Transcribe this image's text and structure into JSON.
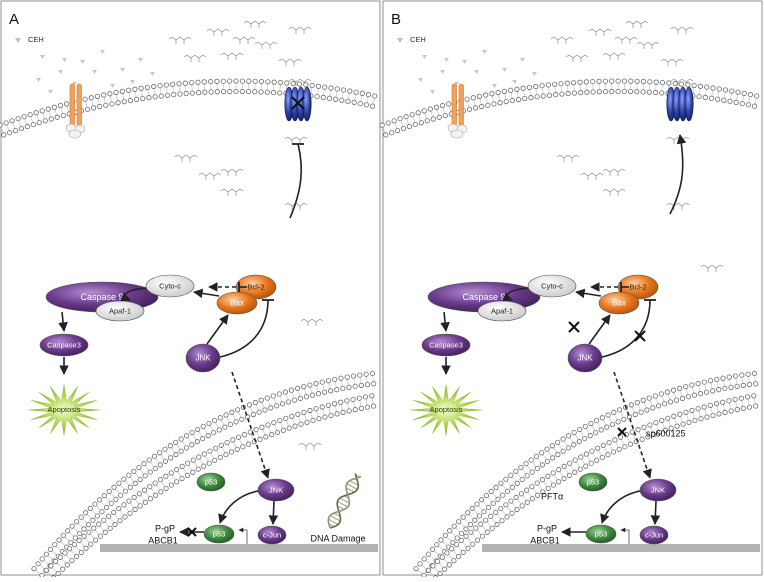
{
  "panels": [
    {
      "id": "A",
      "letter": "A",
      "legend_label": "CEH",
      "caspase9": "Caspase 9",
      "apaf1": "Apaf-1",
      "caspase3": "Caspase3",
      "apoptosis": "Apoptosis",
      "cytoc": "Cyto-c",
      "bcl2": "Bcl-2",
      "bax": "Bax",
      "jnk": "JNK",
      "p53": "p53",
      "jnk_nuc": "JNK",
      "p53_dna": "p53",
      "cjun": "c-Jun",
      "pgp": "P-gP",
      "abcb1": "ABCB1",
      "dna_damage": "DNA Damage"
    },
    {
      "id": "B",
      "letter": "B",
      "legend_label": "CEH",
      "caspase9": "Caspase 9",
      "apaf1": "Apaf-1",
      "caspase3": "Caspase3",
      "apoptosis": "Apoptosis",
      "cytoc": "Cyto-c",
      "bcl2": "Bcl-2",
      "bax": "Bax",
      "jnk": "JNK",
      "p53": "p53",
      "jnk_nuc": "JNK",
      "p53_dna": "p53",
      "cjun": "c-Jun",
      "pgp": "P-gP",
      "abcb1": "ABCB1",
      "inhibitor": "sp600125",
      "pft": "PFTα"
    }
  ],
  "colors": {
    "purple": "#6a3a8c",
    "green": "#3f8a3f",
    "orange": "#e8761e",
    "blue_channel": "#2a3f9e",
    "orange_receptor": "#f0a25a",
    "apoptosis_burst": "#a6cf3a"
  }
}
